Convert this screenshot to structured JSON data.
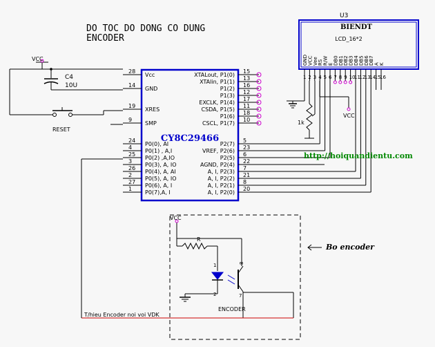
{
  "title": {
    "line1": "DO TOC DO DONG CO DUNG",
    "line2": "ENCODER"
  },
  "colors": {
    "wire": "#000000",
    "chip": "#0000cc",
    "pin": "#a00000",
    "website": "#008800",
    "note": "#cc0000",
    "pin_dot": "#cc00cc"
  },
  "mcu": {
    "name": "CY8C29466",
    "left_pins": [
      {
        "num": "28",
        "label": "Vcc"
      },
      {
        "num": "14",
        "label": "GND"
      },
      {
        "num": "19",
        "label": "XRES"
      },
      {
        "num": "9",
        "label": "SMP"
      },
      {
        "num": "24",
        "label": "P0(0), AI"
      },
      {
        "num": "4",
        "label": "P0(1) , A,I"
      },
      {
        "num": "25",
        "label": "P0(2) ,A,IO"
      },
      {
        "num": "3",
        "label": "P0(3), A, IO"
      },
      {
        "num": "26",
        "label": "P0(4), A, AI"
      },
      {
        "num": "2",
        "label": "P0(5), A, IO"
      },
      {
        "num": "27",
        "label": "P0(6), A, I"
      },
      {
        "num": "1",
        "label": "P0(7),A, I"
      }
    ],
    "right_pins": [
      {
        "num": "15",
        "label": "XTALout, P1(0)"
      },
      {
        "num": "13",
        "label": "XTAlin, P1(1)"
      },
      {
        "num": "16",
        "label": "P1(2)"
      },
      {
        "num": "12",
        "label": "P1(3)"
      },
      {
        "num": "17",
        "label": "EXCLK, P1(4)"
      },
      {
        "num": "11",
        "label": "CSDA, P1(5)"
      },
      {
        "num": "18",
        "label": "P1(6)"
      },
      {
        "num": "10",
        "label": "CSCL, P1(7)"
      },
      {
        "num": "5",
        "label": "P2(7)"
      },
      {
        "num": "23",
        "label": "VREF, P2(6)"
      },
      {
        "num": "6",
        "label": "P2(5)"
      },
      {
        "num": "22",
        "label": "AGND, P2(4)"
      },
      {
        "num": "7",
        "label": "A, I, P2(3)"
      },
      {
        "num": "21",
        "label": "A, I, P2(2)"
      },
      {
        "num": "8",
        "label": "A, I, P2(1)"
      },
      {
        "num": "20",
        "label": "A, I, P2(0)"
      }
    ]
  },
  "lcd": {
    "ref": "U3",
    "name": "BIENDT",
    "type": "LCD_16*2",
    "pin_names": [
      "GND",
      "VCC",
      "Vee",
      "RS",
      "R/W",
      "E",
      "DB0",
      "DB1",
      "DB2",
      "DB3",
      "DB4",
      "DB5",
      "DB6",
      "DB7",
      "A",
      "K"
    ],
    "pin_numbers": [
      "1",
      "2",
      "3",
      "4",
      "5",
      "6",
      "7",
      "8",
      "9",
      "10",
      "11",
      "12",
      "13",
      "14",
      "15",
      "16"
    ]
  },
  "components": {
    "cap_ref": "C4",
    "cap_value": "10U",
    "reset_label": "RESET",
    "vcc_label": "VCC",
    "pot_value": "1k",
    "resistor_label": "R",
    "encoder_label": "ENCODER",
    "led_pins": [
      "1",
      "2"
    ],
    "photo_pins": [
      "8",
      "7"
    ]
  },
  "annotations": {
    "website": "http://hoiquandientu.com",
    "encoder_board": "Bo encoder",
    "signal_note": "T/hieu Encoder noi voi VDK"
  }
}
